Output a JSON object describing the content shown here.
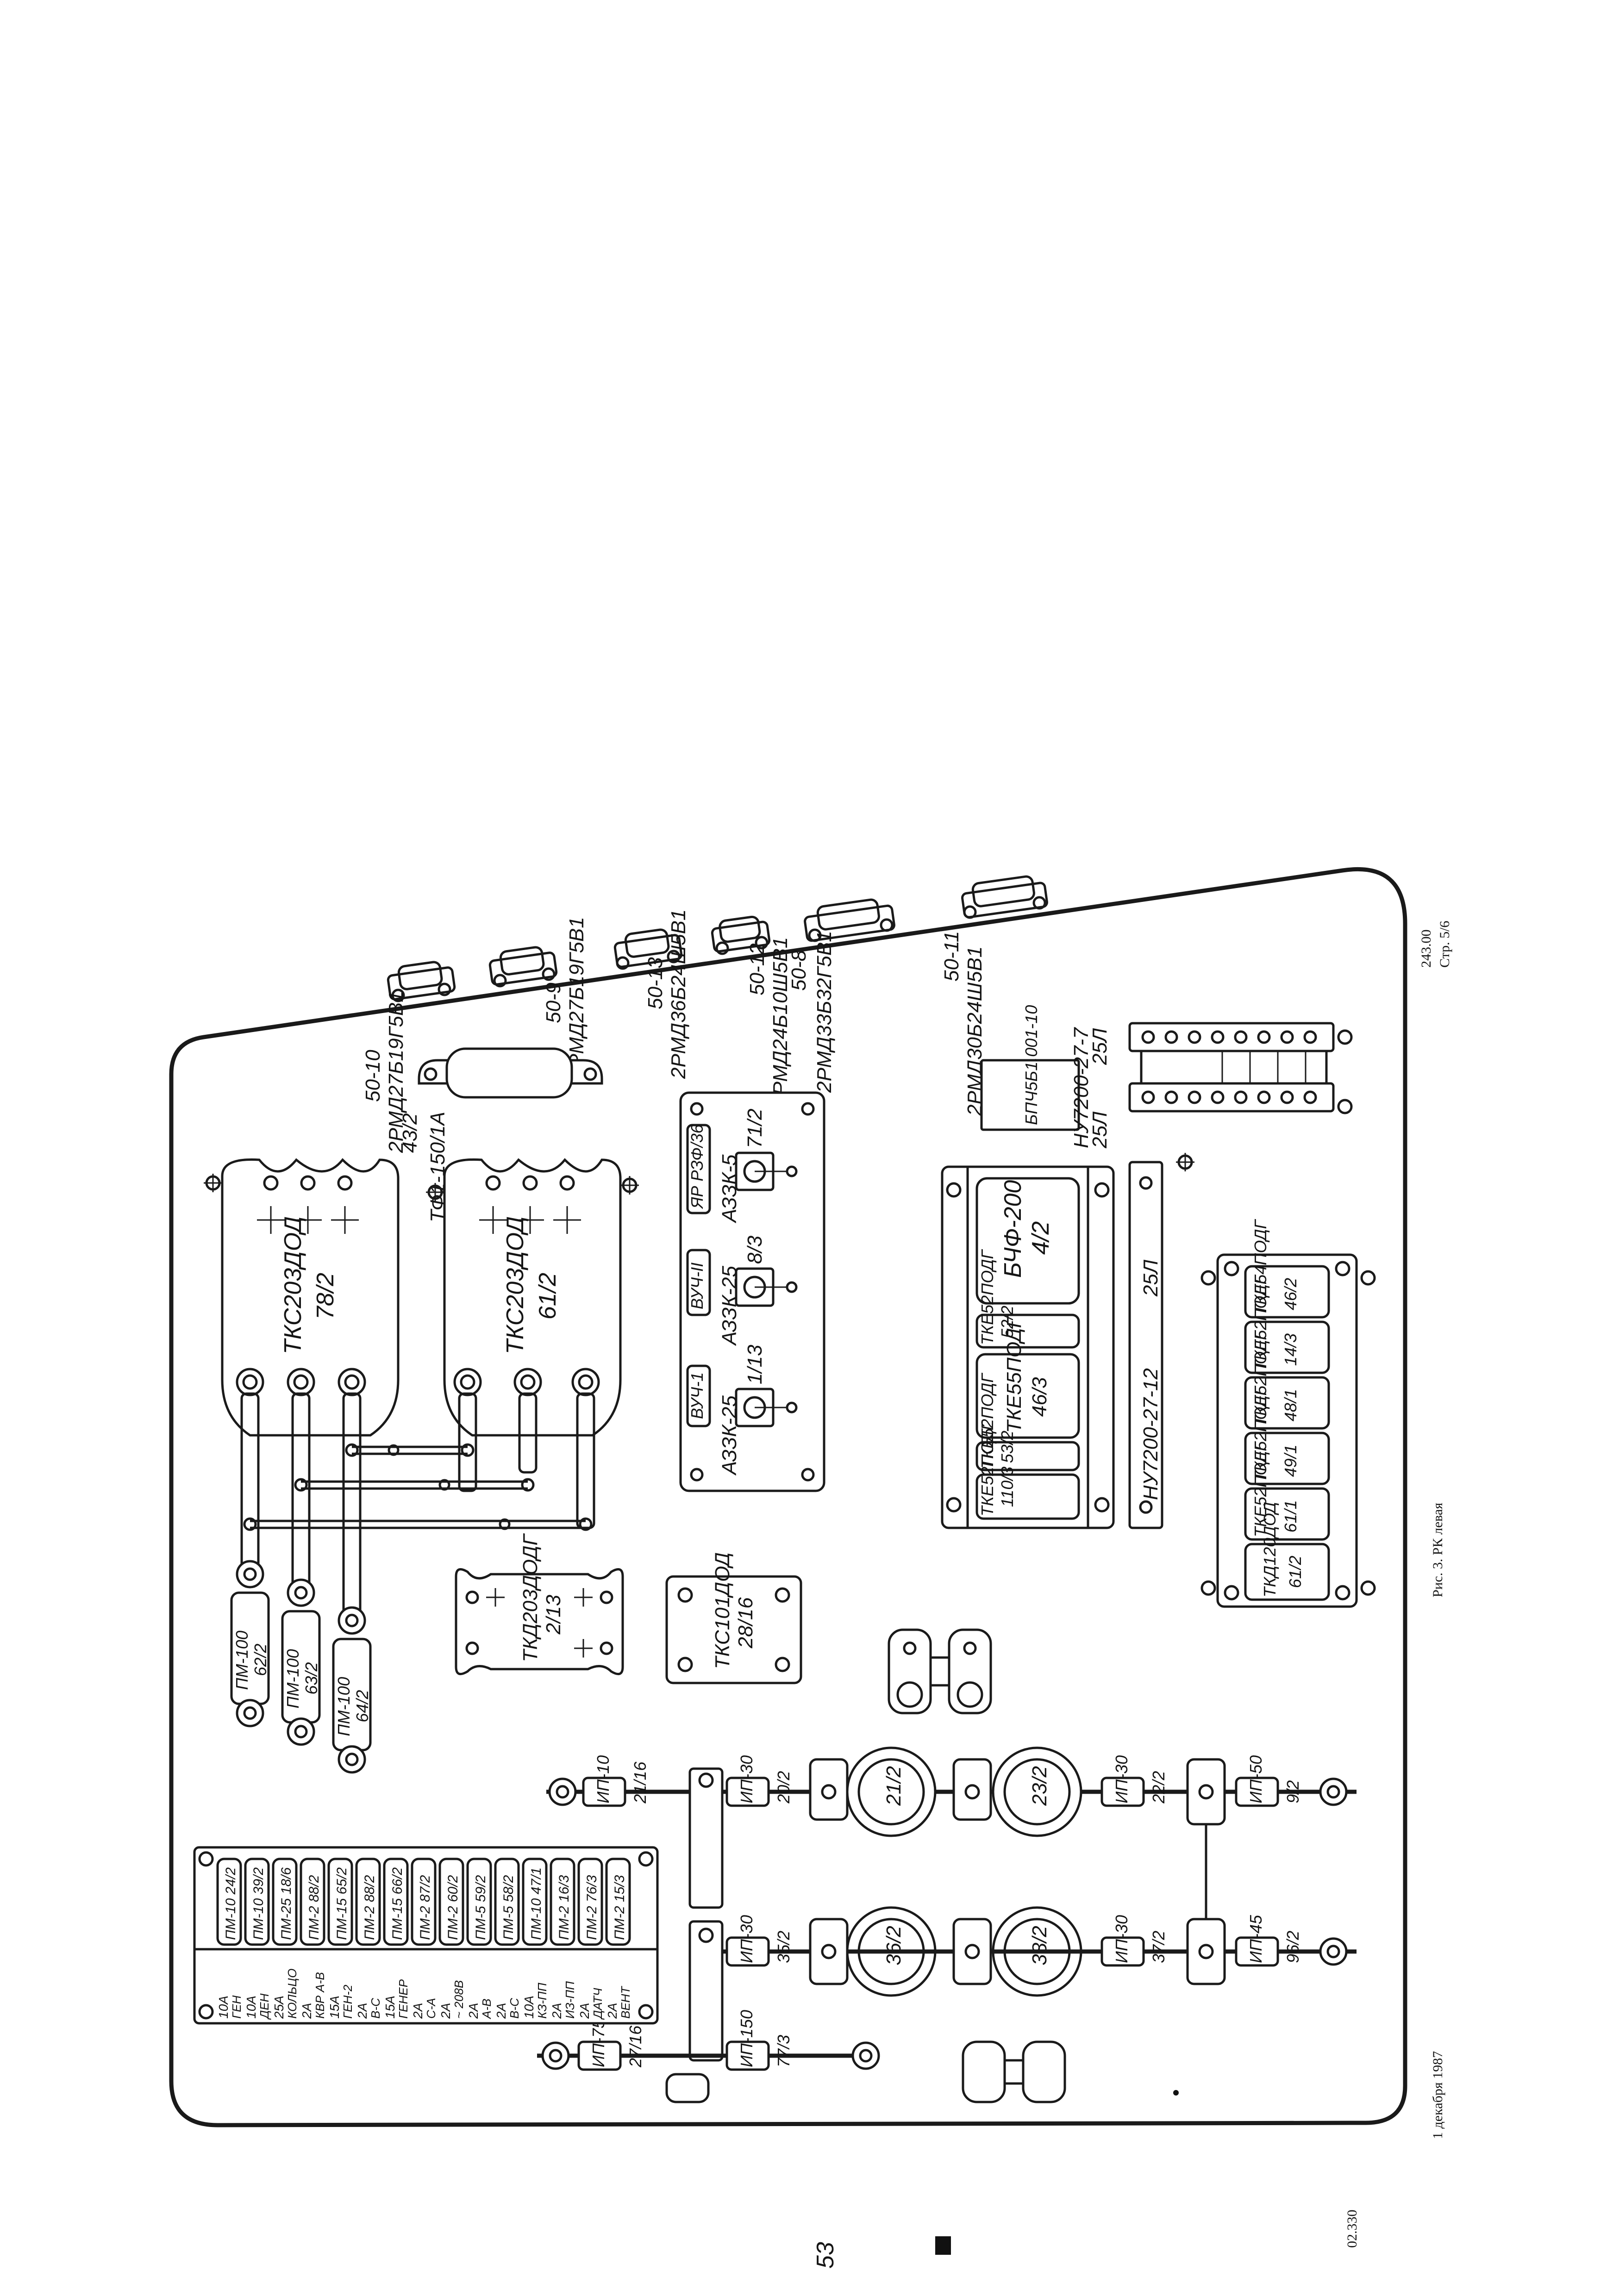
{
  "page": {
    "caption": "Рис. 3. РК левая",
    "date": "1 декабря 1987",
    "page_code": "243.00",
    "page_number": "Стр. 5/6",
    "handwritten_mark": "53",
    "stamp_bottom": "02.330"
  },
  "top_connectors": {
    "c1": {
      "id": "50-10",
      "type": "2РМД27Б19Г5В1"
    },
    "c2": {
      "id": "50-9",
      "type": "2РМД27Б19Г5В1"
    },
    "c3": {
      "id": "50-13",
      "type": "2РМД36Б24Ш5В1"
    },
    "c4": {
      "id": "50-12",
      "type": "2РМД24Б10Ш5В1"
    },
    "c5": {
      "id": "50-8",
      "type": "2РМД33Б32Г5В1"
    },
    "c6": {
      "id": "50-11",
      "type": "2РМД30Б24Ш5В1"
    }
  },
  "shunt": {
    "label": "ТФ1-150/1А",
    "ref": "43/2"
  },
  "contactors": {
    "k1": {
      "type": "ТКС203ДОД",
      "ref": "78/2"
    },
    "k2": {
      "type": "ТКС203ДОД",
      "ref": "61/2"
    },
    "k3": {
      "type": "ТКД203ДОДГ",
      "ref": "2/13"
    },
    "k4": {
      "type": "ТКС101ДОД",
      "ref": "28/16"
    }
  },
  "breakers": {
    "title": "АЗЗК-5",
    "b1": {
      "type": "АЗЗК-25",
      "ref": "1/13",
      "tag": "ВУЧ-1"
    },
    "b2": {
      "type": "АЗЗК-25",
      "ref": "8/3",
      "tag": "ВУЧ-II"
    },
    "b3": {
      "type": "АЗЗК-5",
      "ref": "71/2",
      "tag": "ЯР РЗФ/36"
    }
  },
  "relay_block": {
    "main": {
      "type": "БЧФ-200",
      "ref": "4/2"
    },
    "r1": {
      "type": "ТКЕ52ПОДГ",
      "ref": "52/2"
    },
    "r2": {
      "type": "ТКЕ55ПОДГ",
      "ref": "46/3"
    },
    "r3": {
      "type": "ТКЕ52ПОДГ",
      "ref": "53/2"
    },
    "r4": {
      "type": "ТКЕ52ПОДГ",
      "ref": "110/3"
    }
  },
  "filter": {
    "type": "БПЧ5Б1.001-10",
    "ref": ""
  },
  "terminal_strips": {
    "s1": "НУ7200-27-7",
    "s1_label": "25Л",
    "s2": "НУ7200-27-12",
    "s2_label": "25Л"
  },
  "relay_row": [
    {
      "type": "ТКЕ54ПОДГ",
      "ref": "46/2"
    },
    {
      "type": "ТКЕ52ПОДГ",
      "ref": "14/3"
    },
    {
      "type": "ТКЕ52ПОДГ",
      "ref": "48/1"
    },
    {
      "type": "ТКЕ52ПОДГ",
      "ref": "49/1"
    },
    {
      "type": "ТКЕ52ПОДГ",
      "ref": "61/1"
    },
    {
      "type": "ТКД120ДОД",
      "ref": "61/2"
    }
  ],
  "fuses_left": [
    {
      "type": "ПМ-100",
      "ref": "62/2"
    },
    {
      "type": "ПМ-100",
      "ref": "63/2"
    },
    {
      "type": "ПМ-100",
      "ref": "64/2"
    }
  ],
  "shunts_bottom": [
    {
      "type": "ИП-10",
      "ref": "21/16"
    },
    {
      "type": "ИП-30",
      "ref": "20/2"
    },
    {
      "type": "ИП-30",
      "ref": "22/2"
    },
    {
      "type": "ИП-50",
      "ref": "9/2"
    },
    {
      "type": "ИП-30",
      "ref": "35/2"
    },
    {
      "type": "ИП-30",
      "ref": "37/2"
    },
    {
      "type": "ИП-45",
      "ref": "96/2"
    },
    {
      "type": "ИП-75",
      "ref": "27/16"
    },
    {
      "type": "ИП-150",
      "ref": "77/3"
    }
  ],
  "round_fuses": [
    {
      "ref": "21/2"
    },
    {
      "ref": "23/2"
    },
    {
      "ref": "36/2"
    },
    {
      "ref": "38/2"
    }
  ],
  "fuse_panel": {
    "fuses": [
      {
        "type": "ПМ-10",
        "ref": "24/2",
        "amp": "10А",
        "desc": "ГЕН"
      },
      {
        "type": "ПМ-10",
        "ref": "39/2",
        "amp": "10А",
        "desc": "ДЕН"
      },
      {
        "type": "ПМ-25",
        "ref": "18/6",
        "amp": "25А",
        "desc": "КОЛЬЦО"
      },
      {
        "type": "ПМ-2",
        "ref": "88/2",
        "amp": "2А",
        "desc": "КВР А-В"
      },
      {
        "type": "ПМ-15",
        "ref": "65/2",
        "amp": "15А",
        "desc": "ГЕН-2"
      },
      {
        "type": "ПМ-2",
        "ref": "88/2",
        "amp": "2А",
        "desc": "В-С"
      },
      {
        "type": "ПМ-15",
        "ref": "66/2",
        "amp": "15А",
        "desc": "ГЕНЕР"
      },
      {
        "type": "ПМ-2",
        "ref": "87/2",
        "amp": "2А",
        "desc": "С-А"
      },
      {
        "type": "ПМ-2",
        "ref": "60/2",
        "amp": "2А",
        "desc": "~ 208В"
      },
      {
        "type": "ПМ-5",
        "ref": "59/2",
        "amp": "2А",
        "desc": "А-В"
      },
      {
        "type": "ПМ-5",
        "ref": "58/2",
        "amp": "2А",
        "desc": "В-С"
      },
      {
        "type": "ПМ-10",
        "ref": "47/1",
        "amp": "10А",
        "desc": "КЗ-ПП"
      },
      {
        "type": "ПМ-2",
        "ref": "16/3",
        "amp": "2А",
        "desc": "ИЗ-ПП"
      },
      {
        "type": "ПМ-2",
        "ref": "76/3",
        "amp": "2А",
        "desc": "ДАТЧ"
      },
      {
        "type": "ПМ-2",
        "ref": "15/3",
        "amp": "2А",
        "desc": "ВЕНТ"
      }
    ]
  }
}
